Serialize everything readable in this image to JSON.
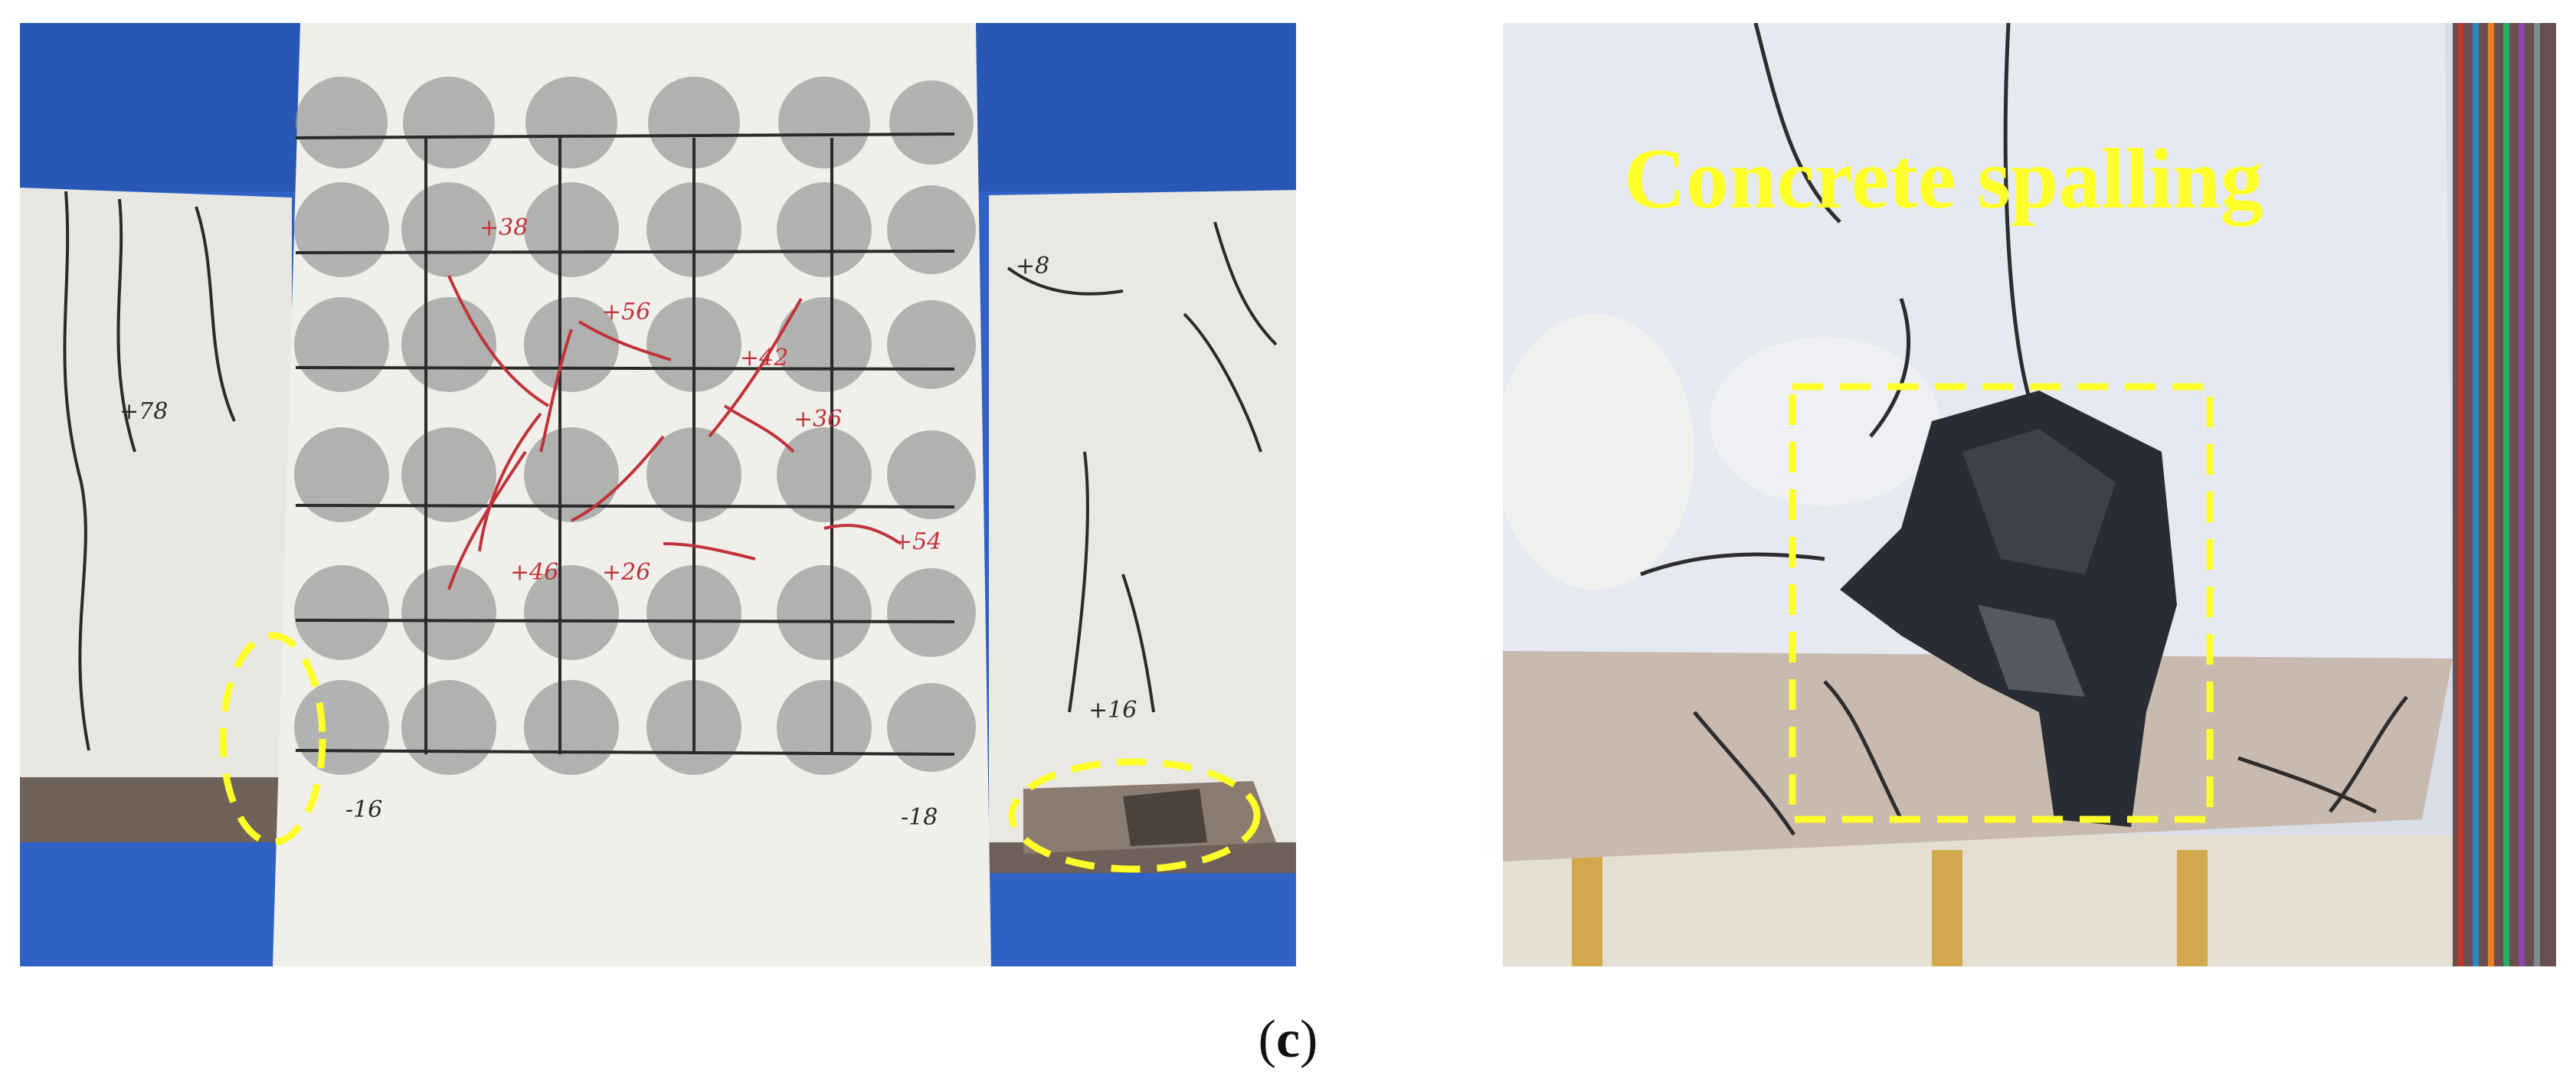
{
  "figure": {
    "annotation": "Concrete spalling",
    "caption_open": "(",
    "caption_letter": "c",
    "caption_close": ")"
  },
  "colors": {
    "highlight": "#ffff2a",
    "backdrop_blue": "#2f62c4",
    "concrete": "#ececea"
  },
  "left_panel": {
    "handwritten_marks": [
      "+38",
      "+56",
      "+42",
      "+36",
      "+54",
      "+46",
      "+26",
      "+16",
      "-16",
      "-18",
      "+8",
      "+78"
    ]
  }
}
